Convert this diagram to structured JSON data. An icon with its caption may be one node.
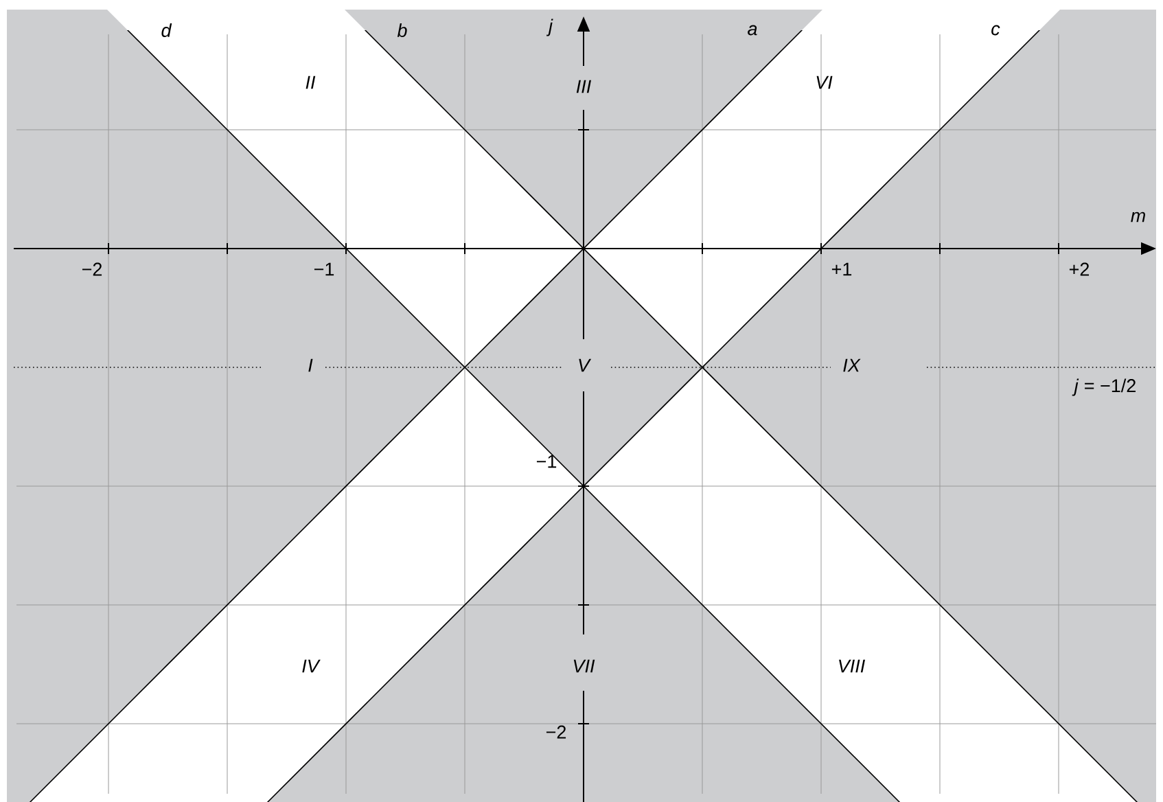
{
  "diagram": {
    "labels": [
      "d",
      "b",
      "j",
      "a",
      "c",
      "II",
      "III",
      "VI",
      "m",
      "−2",
      "−1",
      "+1",
      "+2",
      "I",
      "V",
      "IX",
      "*j* = −1/2",
      "−1",
      "IV",
      "VII",
      "VIII",
      "−2"
    ]
  }
}
